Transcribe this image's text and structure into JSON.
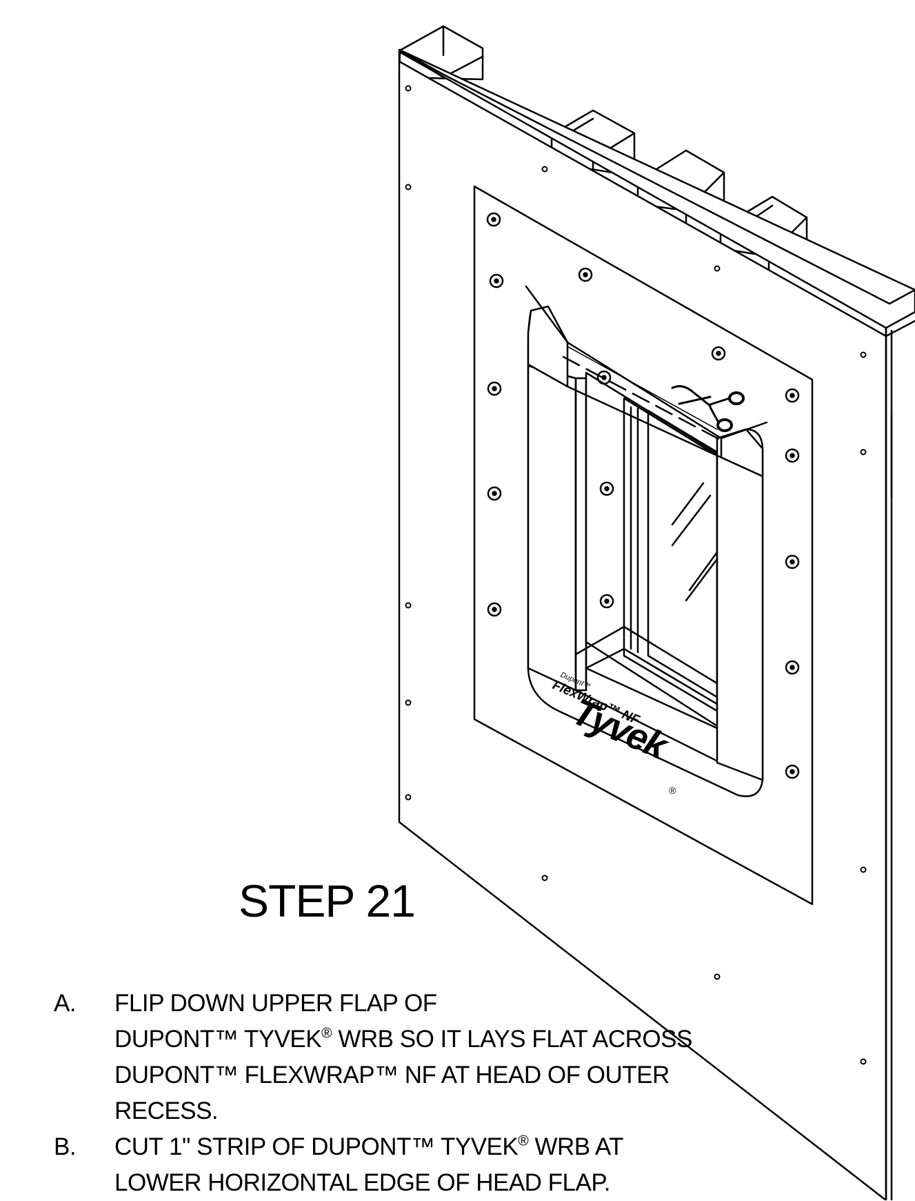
{
  "step": {
    "title": "STEP 21"
  },
  "logo": {
    "brand_small": "Dupont™",
    "product": "FlexWrap™ NF",
    "brand": "Tyvek",
    "registered_mark": "®"
  },
  "instructions": [
    {
      "letter": "A.",
      "lines": [
        {
          "text": "FLIP DOWN UPPER FLAP OF"
        },
        {
          "pre": "DUPONT™  TYVEK",
          "sup": "®",
          "post": "  WRB SO IT LAYS FLAT ACROSS"
        },
        {
          "text": "DUPONT™  FLEXWRAP™ NF AT HEAD OF OUTER"
        },
        {
          "text": "RECESS."
        }
      ]
    },
    {
      "letter": "B.",
      "lines": [
        {
          "pre": "CUT 1\" STRIP OF DUPONT™  TYVEK",
          "sup": "®",
          "post": "  WRB AT"
        },
        {
          "text": "LOWER HORIZONTAL EDGE OF HEAD FLAP."
        }
      ]
    }
  ],
  "icons": {
    "scissors": "scissors-icon",
    "fastener": "nail-head-icon"
  },
  "colors": {
    "line": "#000000",
    "background": "#ffffff"
  }
}
